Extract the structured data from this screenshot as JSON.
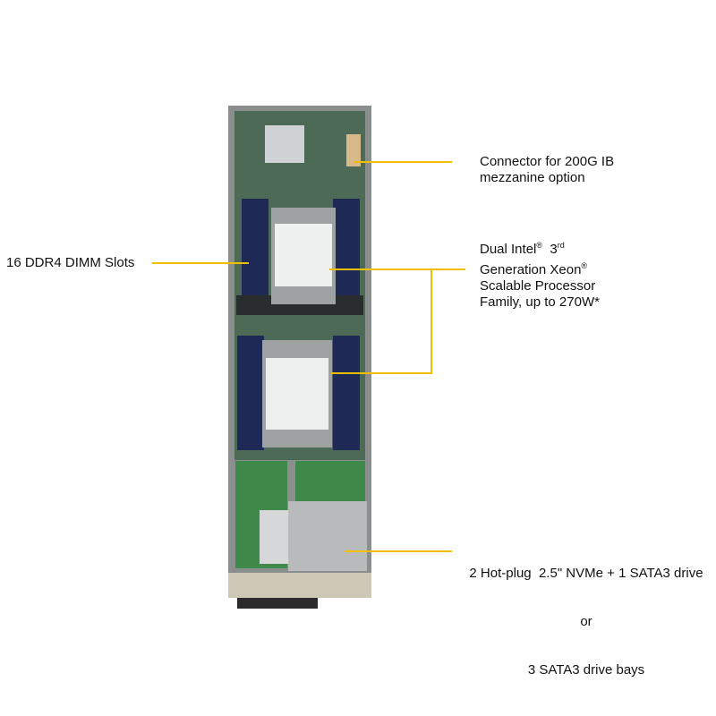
{
  "callouts": {
    "connector": {
      "line1": "Connector for 200G IB",
      "line2": "mezzanine  option"
    },
    "dimm": {
      "text": "16 DDR4 DIMM Slots"
    },
    "cpu": {
      "line1a": "Dual Intel",
      "reg": "®",
      "line1b": "  3",
      "sup": "rd",
      "line2": "Generation Xeon",
      "line3": "Scalable Processor",
      "line4": "Family, up to 270W*"
    },
    "drive": {
      "line1": "2 Hot-plug  2.5\" NVMe + 1 SATA3 drive",
      "line2": "or",
      "line3": "3 SATA3 drive bays"
    }
  },
  "colors": {
    "callout_line": "#f2bf00",
    "board": "#4c6a55",
    "heatsink": "#d9dadb",
    "drive_bay": "#b8babb"
  }
}
